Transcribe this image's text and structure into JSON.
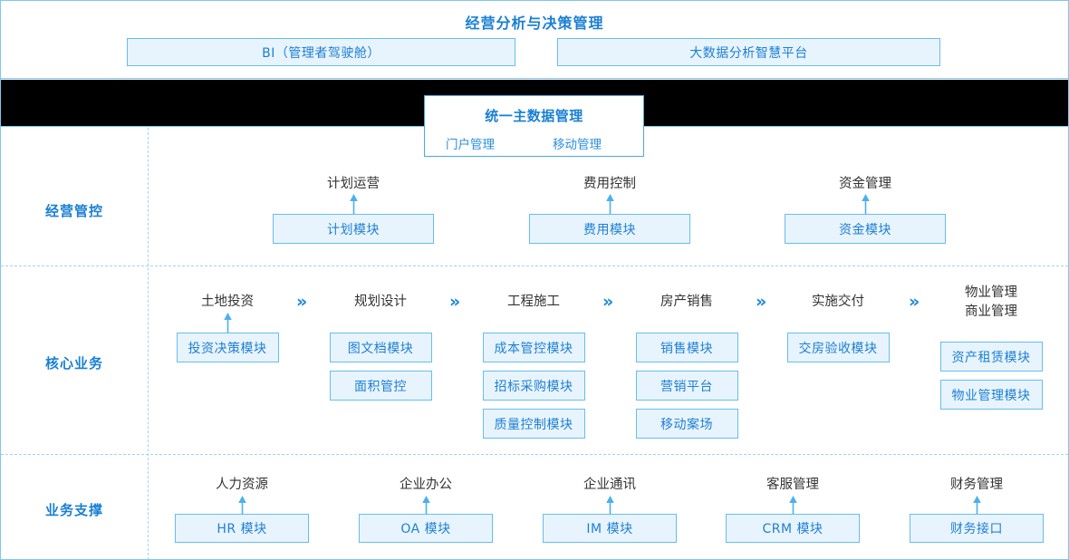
{
  "top": {
    "title": "经营分析与决策管理",
    "boxes": [
      {
        "label": "BI（管理者驾驶舱）"
      },
      {
        "label": "大数据分析智慧平台"
      }
    ]
  },
  "master_data": {
    "title": "统一主数据管理",
    "sub_left": "门户管理",
    "sub_right": "移动管理"
  },
  "rows": [
    {
      "name": "经营管控",
      "columns": [
        {
          "stage": "计划运营",
          "arrow": true,
          "modules": [
            "计划模块"
          ]
        },
        {
          "stage": "费用控制",
          "arrow": true,
          "modules": [
            "费用模块"
          ]
        },
        {
          "stage": "资金管理",
          "arrow": true,
          "modules": [
            "资金模块"
          ]
        }
      ]
    },
    {
      "name": "核心业务",
      "columns": [
        {
          "stage": "土地投资",
          "arrow": true,
          "modules": [
            "投资决策模块"
          ]
        },
        {
          "stage": "规划设计",
          "arrow": false,
          "modules": [
            "图文档模块",
            "面积管控"
          ]
        },
        {
          "stage": "工程施工",
          "arrow": false,
          "modules": [
            "成本管控模块",
            "招标采购模块",
            "质量控制模块"
          ]
        },
        {
          "stage": "房产销售",
          "arrow": false,
          "modules": [
            "销售模块",
            "营销平台",
            "移动案场"
          ]
        },
        {
          "stage": "实施交付",
          "arrow": false,
          "modules": [
            "交房验收模块"
          ]
        },
        {
          "stage": "物业管理\n商业管理",
          "arrow": false,
          "modules": [
            "资产租赁模块",
            "物业管理模块"
          ]
        }
      ],
      "separators": [
        "»",
        "»",
        "»",
        "»",
        "»"
      ]
    },
    {
      "name": "业务支撑",
      "columns": [
        {
          "stage": "人力资源",
          "arrow": true,
          "modules": [
            "HR 模块"
          ]
        },
        {
          "stage": "企业办公",
          "arrow": true,
          "modules": [
            "OA 模块"
          ]
        },
        {
          "stage": "企业通讯",
          "arrow": true,
          "modules": [
            "IM 模块"
          ]
        },
        {
          "stage": "客服管理",
          "arrow": true,
          "modules": [
            "CRM 模块"
          ]
        },
        {
          "stage": "财务管理",
          "arrow": true,
          "modules": [
            "财务接口"
          ]
        }
      ]
    }
  ],
  "colors": {
    "accent": "#1a7fd4",
    "box_fill": "#e8f4fd",
    "box_border": "#66bdf0",
    "band": "#000000",
    "dashed": "#9ed5f2"
  }
}
